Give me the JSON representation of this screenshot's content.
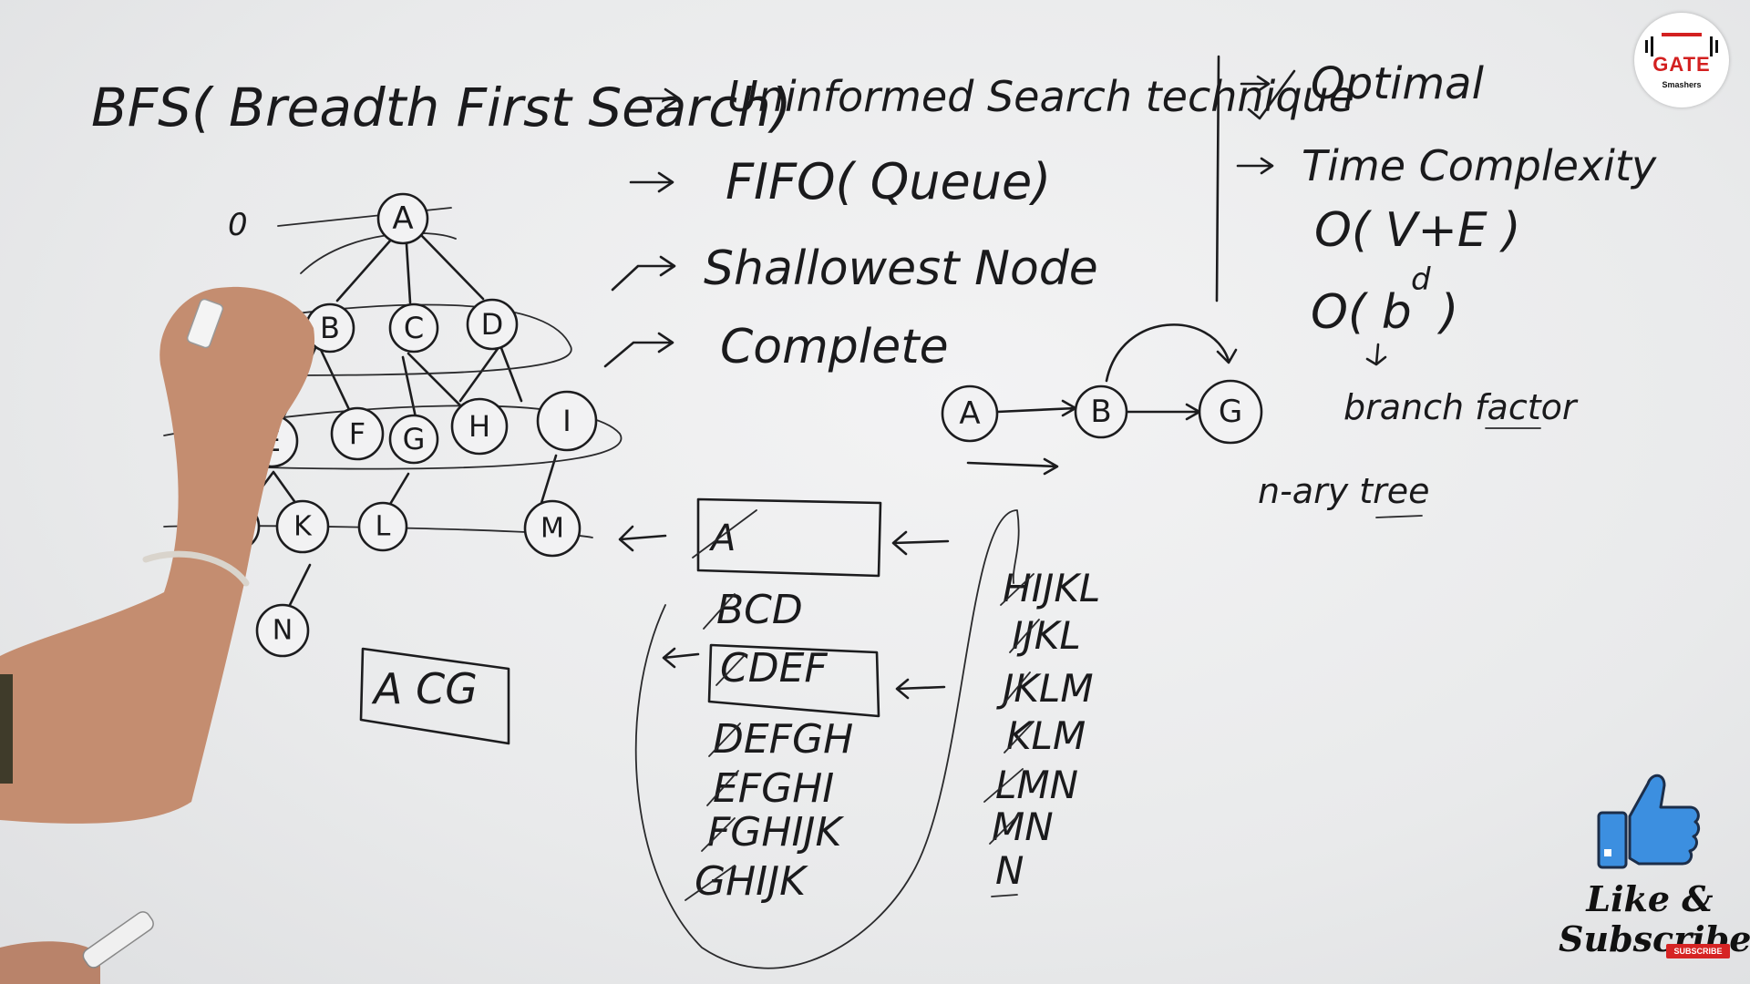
{
  "board": {
    "title": "BFS( Breadth First Search)",
    "properties": [
      "Uninformed Search technique",
      "FIFO( Queue)",
      "Shallowest Node",
      "Complete"
    ],
    "right_column": {
      "optimal": "Optimal",
      "time_complexity": "Time Complexity",
      "formula_1": "O( V+E )",
      "formula_2_base": "O( b",
      "formula_2_exp": "d",
      "formula_2_close": ")",
      "branch_factor": "branch factor",
      "nary_tree": "n-ary tree"
    },
    "level_label": "0",
    "tree_nodes": [
      "A",
      "B",
      "C",
      "D",
      "E",
      "F",
      "G",
      "H",
      "I",
      "J",
      "K",
      "L",
      "M",
      "N"
    ],
    "small_graph_nodes": [
      "A",
      "B",
      "G"
    ],
    "queue_box": "A",
    "queue_box_2": "CDEF",
    "queue_states_left": [
      "BCD",
      "DEFGH",
      "EFGHI",
      "FGHIJK",
      "GHIJK"
    ],
    "queue_states_right": [
      "HIJKL",
      "IJKL",
      "JKLM",
      "KLM",
      "LMN",
      "MN",
      "N"
    ],
    "visited_box": "A CG"
  },
  "overlay": {
    "logo_text": "GATE",
    "logo_sub": "Smashers",
    "like_line1": "Like &",
    "like_line2": "Subscribe",
    "subscribe_badge": "SUBSCRIBE",
    "colors": {
      "logo_red": "#d32020",
      "thumb_blue": "#3c8fe0",
      "badge_red": "#d62424"
    }
  }
}
